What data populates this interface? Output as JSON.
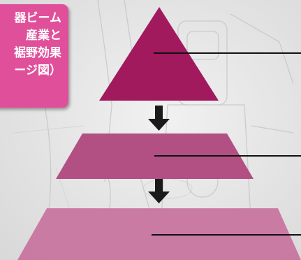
{
  "title_box": {
    "lines": [
      "器ビーム",
      "産業と",
      "裾野効果",
      "ージ図）"
    ]
  },
  "colors": {
    "background": "#e4e4e4",
    "title_box": "#e0509a",
    "tier_top": "#a11a5e",
    "tier_middle": "#b04a80",
    "tier_bottom": "#c8759f",
    "arrow": "#1a1a1a",
    "leader_line": "#111111"
  },
  "icons": {
    "arrow_1": "arrow-down-icon",
    "arrow_2": "arrow-down-icon"
  }
}
